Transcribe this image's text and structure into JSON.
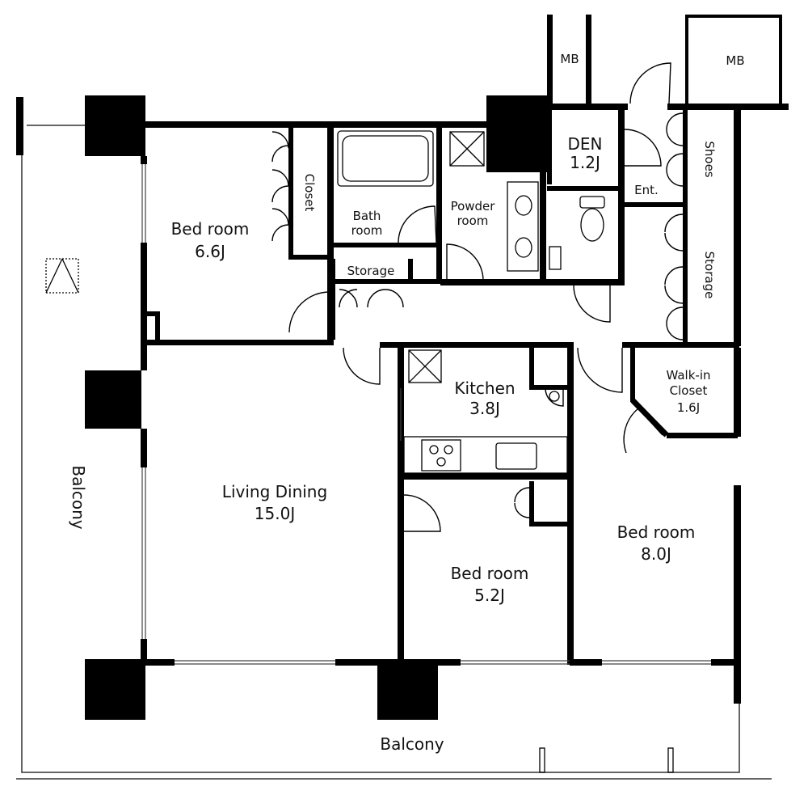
{
  "plan": {
    "rooms": {
      "bedroom_nw": {
        "name": "Bed room",
        "size": "6.6J"
      },
      "closet": {
        "name": "Closet"
      },
      "bath": {
        "name_line1": "Bath",
        "name_line2": "room"
      },
      "powder": {
        "name_line1": "Powder",
        "name_line2": "room"
      },
      "den": {
        "name": "DEN",
        "size": "1.2J"
      },
      "storage_small": {
        "name": "Storage"
      },
      "storage_right": {
        "name": "Storage"
      },
      "shoes": {
        "name": "Shoes"
      },
      "entrance": {
        "name": "Ent."
      },
      "mb_left": {
        "name": "MB"
      },
      "mb_right": {
        "name": "MB"
      },
      "kitchen": {
        "name": "Kitchen",
        "size": "3.8J"
      },
      "walkin": {
        "name_line1": "Walk-in",
        "name_line2": "Closet",
        "size": "1.6J"
      },
      "living": {
        "name": "Living Dining",
        "size": "15.0J"
      },
      "bedroom_center": {
        "name": "Bed room",
        "size": "5.2J"
      },
      "bedroom_se": {
        "name": "Bed room",
        "size": "8.0J"
      },
      "balcony_west": {
        "name": "Balcony"
      },
      "balcony_south": {
        "name": "Balcony"
      }
    },
    "colors": {
      "wall": "#000000",
      "line": "#333333",
      "background": "#ffffff"
    }
  }
}
